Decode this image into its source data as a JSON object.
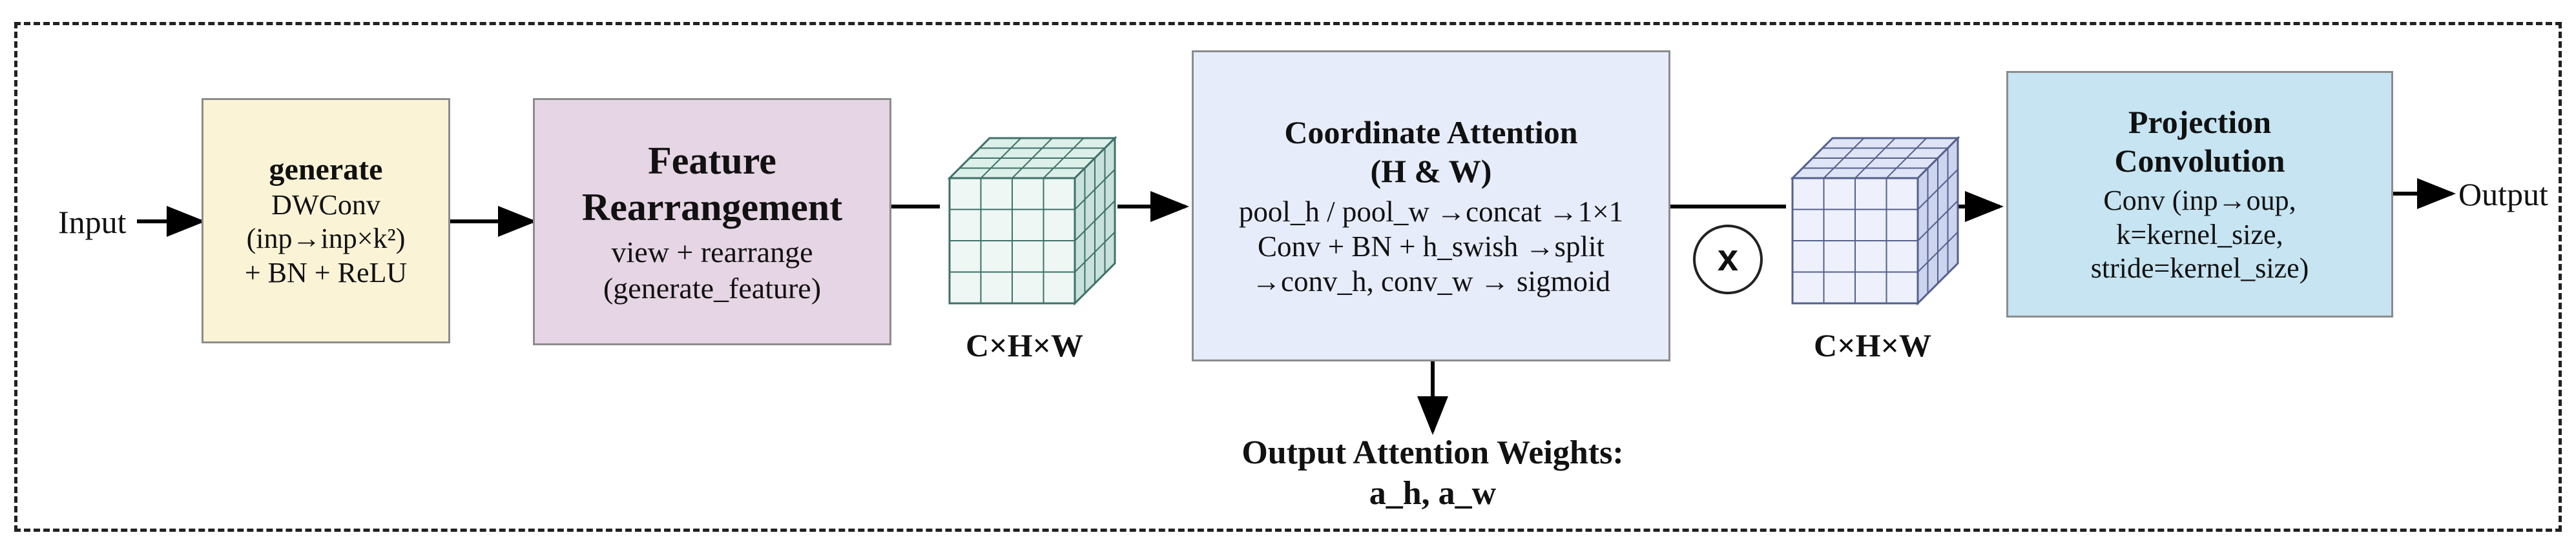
{
  "input_label": "Input",
  "output_label": "Output",
  "generate": {
    "title": "generate",
    "lines": [
      "DWConv",
      "(inp→inp×k²)",
      "+ BN + ReLU"
    ],
    "fill": "#faf3d6"
  },
  "rearrange": {
    "title": [
      "Feature",
      "Rearrangement"
    ],
    "lines": [
      "view + rearrange",
      "(generate_feature)"
    ],
    "fill": "#e6d5e4"
  },
  "coord": {
    "title": [
      "Coordinate Attention",
      "(H & W)"
    ],
    "lines": [
      "pool_h / pool_w →concat →1×1",
      "Conv + BN + h_swish →split",
      "→conv_h, conv_w → sigmoid"
    ],
    "fill": "#e7ecfb"
  },
  "projection": {
    "title": [
      "Projection",
      "Convolution"
    ],
    "lines": [
      "Conv (inp→oup,",
      "k=kernel_size,",
      "stride=kernel_size)"
    ],
    "fill": "#c6e4f1"
  },
  "cube_labels": [
    "C×H×W",
    "C×H×W"
  ],
  "multiply_symbol": "x",
  "attention_output": {
    "line1": "Output Attention Weights:",
    "line2": "a_h, a_w"
  },
  "colors": {
    "cube1_front": "#eef7f4",
    "cube1_top": "#dcefe9",
    "cube1_side": "#c9e1dc",
    "cube1_grid": "#3f7168",
    "cube2_front": "#eef1fb",
    "cube2_top": "#dfe5f6",
    "cube2_side": "#ccd4ee",
    "cube2_grid": "#55608c"
  }
}
